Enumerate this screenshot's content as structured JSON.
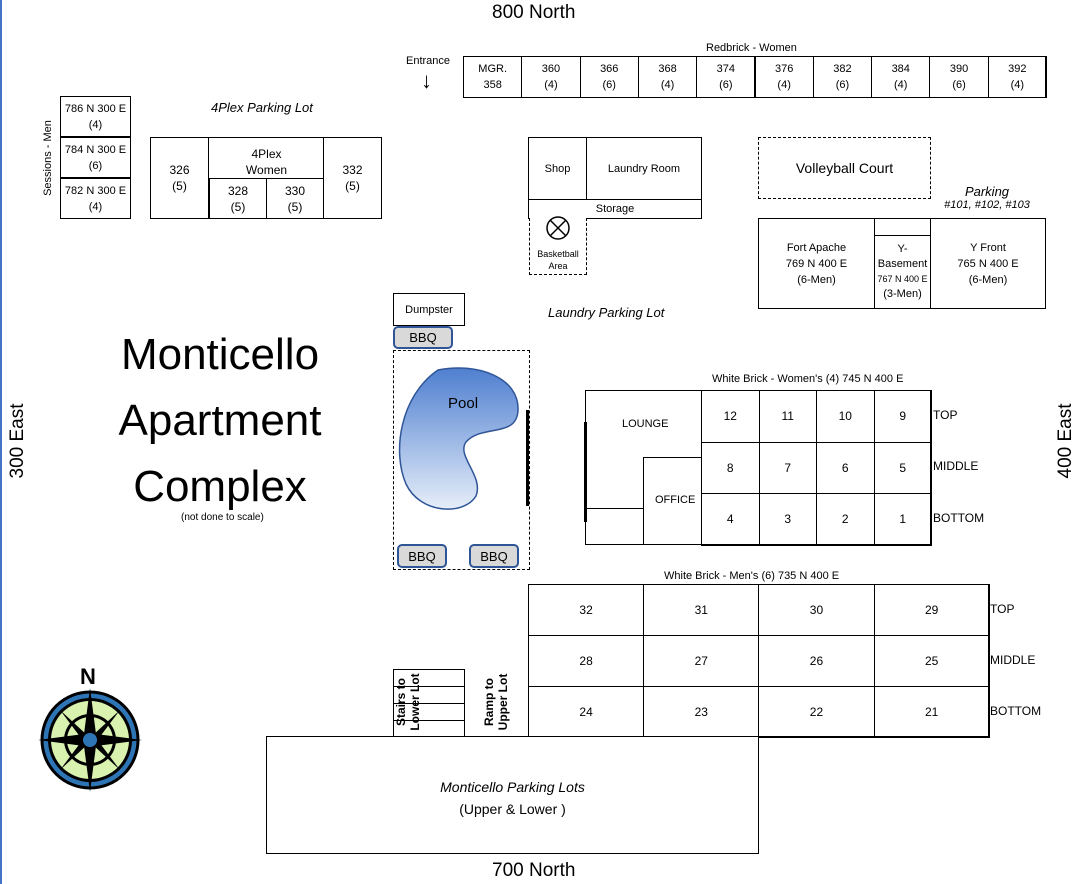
{
  "streets": {
    "north": "800 North",
    "south": "700 North",
    "west": "300 East",
    "east": "400 East"
  },
  "title": {
    "line1": "Monticello",
    "line2": "Apartment",
    "line3": "Complex",
    "note": "(not done to scale)"
  },
  "entrance": {
    "label": "Entrance",
    "arrow": "↓"
  },
  "redbrick": {
    "title": "Redbrick - Women",
    "units": [
      {
        "num": "MGR.",
        "sub": "358"
      },
      {
        "num": "360",
        "sub": "(4)"
      },
      {
        "num": "366",
        "sub": "(6)"
      },
      {
        "num": "368",
        "sub": "(4)"
      },
      {
        "num": "374",
        "sub": "(6)"
      },
      {
        "num": "376",
        "sub": "(4)"
      },
      {
        "num": "382",
        "sub": "(6)"
      },
      {
        "num": "384",
        "sub": "(4)"
      },
      {
        "num": "390",
        "sub": "(6)"
      },
      {
        "num": "392",
        "sub": "(4)"
      }
    ]
  },
  "sessions": {
    "label": "Sessions -  Men",
    "units": [
      {
        "addr": "786 N 300 E",
        "cap": "(4)"
      },
      {
        "addr": "784 N 300 E",
        "cap": "(6)"
      },
      {
        "addr": "782 N 300 E",
        "cap": "(4)"
      }
    ]
  },
  "fourplex": {
    "lot": "4Plex Parking Lot",
    "title1": "4Plex",
    "title2": "Women",
    "u326": {
      "num": "326",
      "cap": "(5)"
    },
    "u328": {
      "num": "328",
      "cap": "(5)"
    },
    "u330": {
      "num": "330",
      "cap": "(5)"
    },
    "u332": {
      "num": "332",
      "cap": "(5)"
    }
  },
  "laundry": {
    "shop": "Shop",
    "room": "Laundry Room",
    "storage": "Storage",
    "basketball": "Basketball Area",
    "lot": "Laundry Parking Lot"
  },
  "volleyball": "Volleyball Court",
  "parking_right": {
    "title": "Parking",
    "nums": "#101, #102, #103"
  },
  "apache": {
    "name": "Fort Apache",
    "addr": "769 N 400 E",
    "cap": "(6-Men)"
  },
  "ybase": {
    "name1": "Y-",
    "name2": "Basement",
    "addr": "767 N 400 E",
    "cap": "(3-Men)"
  },
  "yfront": {
    "name": "Y Front",
    "addr": "765 N 400 E",
    "cap": "(6-Men)"
  },
  "dumpster": "Dumpster",
  "bbq": "BBQ",
  "pool": "Pool",
  "white_women": {
    "title": "White Brick - Women's (4)  745 N 400 E",
    "lounge": "LOUNGE",
    "office": "OFFICE",
    "rows": [
      [
        "12",
        "11",
        "10",
        "9"
      ],
      [
        "8",
        "7",
        "6",
        "5"
      ],
      [
        "4",
        "3",
        "2",
        "1"
      ]
    ],
    "row_labels": [
      "TOP",
      "MIDDLE",
      "BOTTOM"
    ]
  },
  "white_men": {
    "title": "White Brick - Men's (6)  735 N 400 E",
    "rows": [
      [
        "32",
        "31",
        "30",
        "29"
      ],
      [
        "28",
        "27",
        "26",
        "25"
      ],
      [
        "24",
        "23",
        "22",
        "21"
      ]
    ],
    "row_labels": [
      "TOP",
      "MIDDLE",
      "BOTTOM"
    ]
  },
  "stairs": "Stairs to Lower Lot",
  "ramp": "Ramp to Upper Lot",
  "main_lot": {
    "line1": "Monticello Parking Lots",
    "line2": "(Upper & Lower )"
  },
  "compass": {
    "n": "N"
  }
}
